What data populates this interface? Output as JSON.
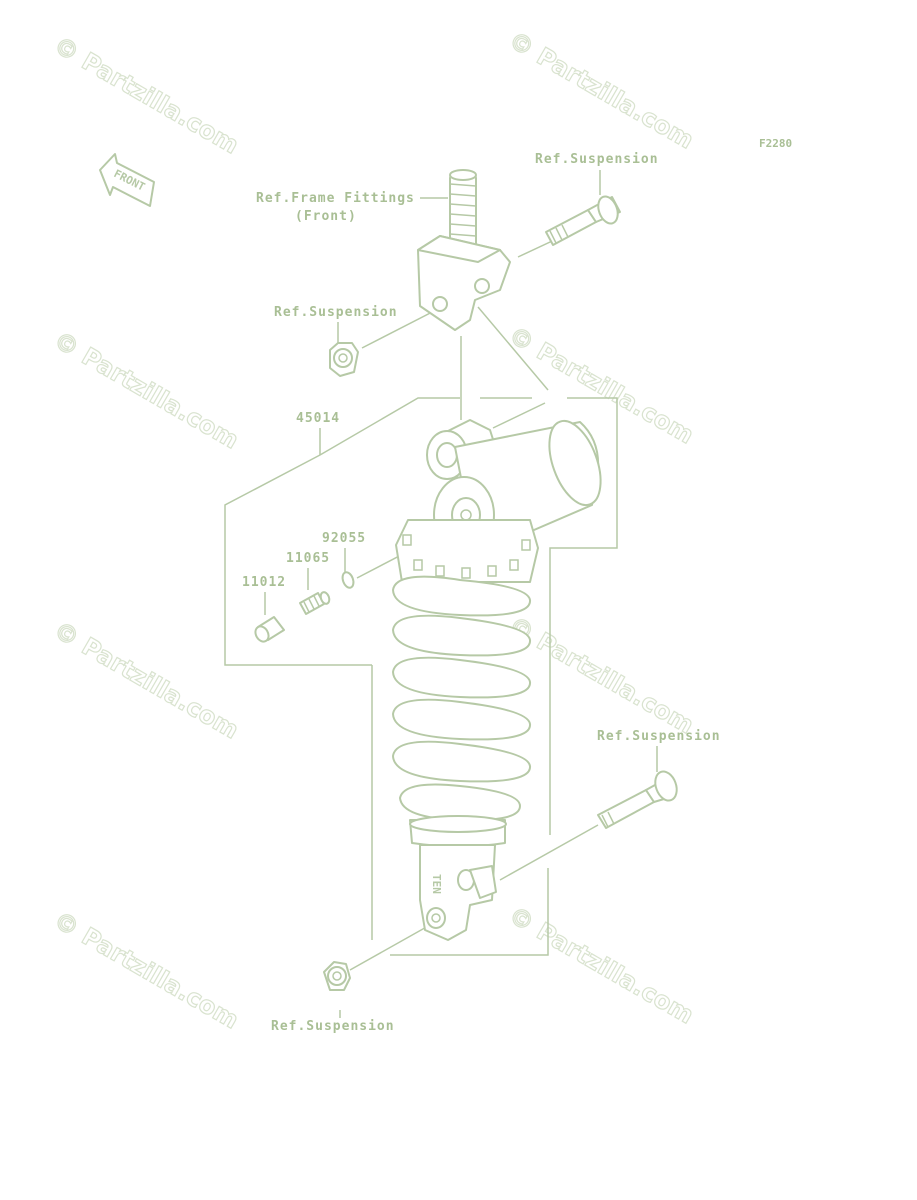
{
  "diagram_code": "F2280",
  "front_arrow_label": "FRONT",
  "watermark_text": "© Partzilla.com",
  "labels": {
    "ref_suspension_top": "Ref.Suspension",
    "ref_frame_fittings_line1": "Ref.Frame Fittings",
    "ref_frame_fittings_line2": "(Front)",
    "ref_suspension_upper_nut": "Ref.Suspension",
    "part_45014": "45014",
    "part_92055": "92055",
    "part_11065": "11065",
    "part_11012": "11012",
    "ref_suspension_lower_bolt": "Ref.Suspension",
    "ref_suspension_bottom": "Ref.Suspension"
  },
  "shock_body_marking": "TEN",
  "colors": {
    "line": "#b6c9a6",
    "label": "#a9bf95",
    "watermark": "#d9e3cf"
  }
}
